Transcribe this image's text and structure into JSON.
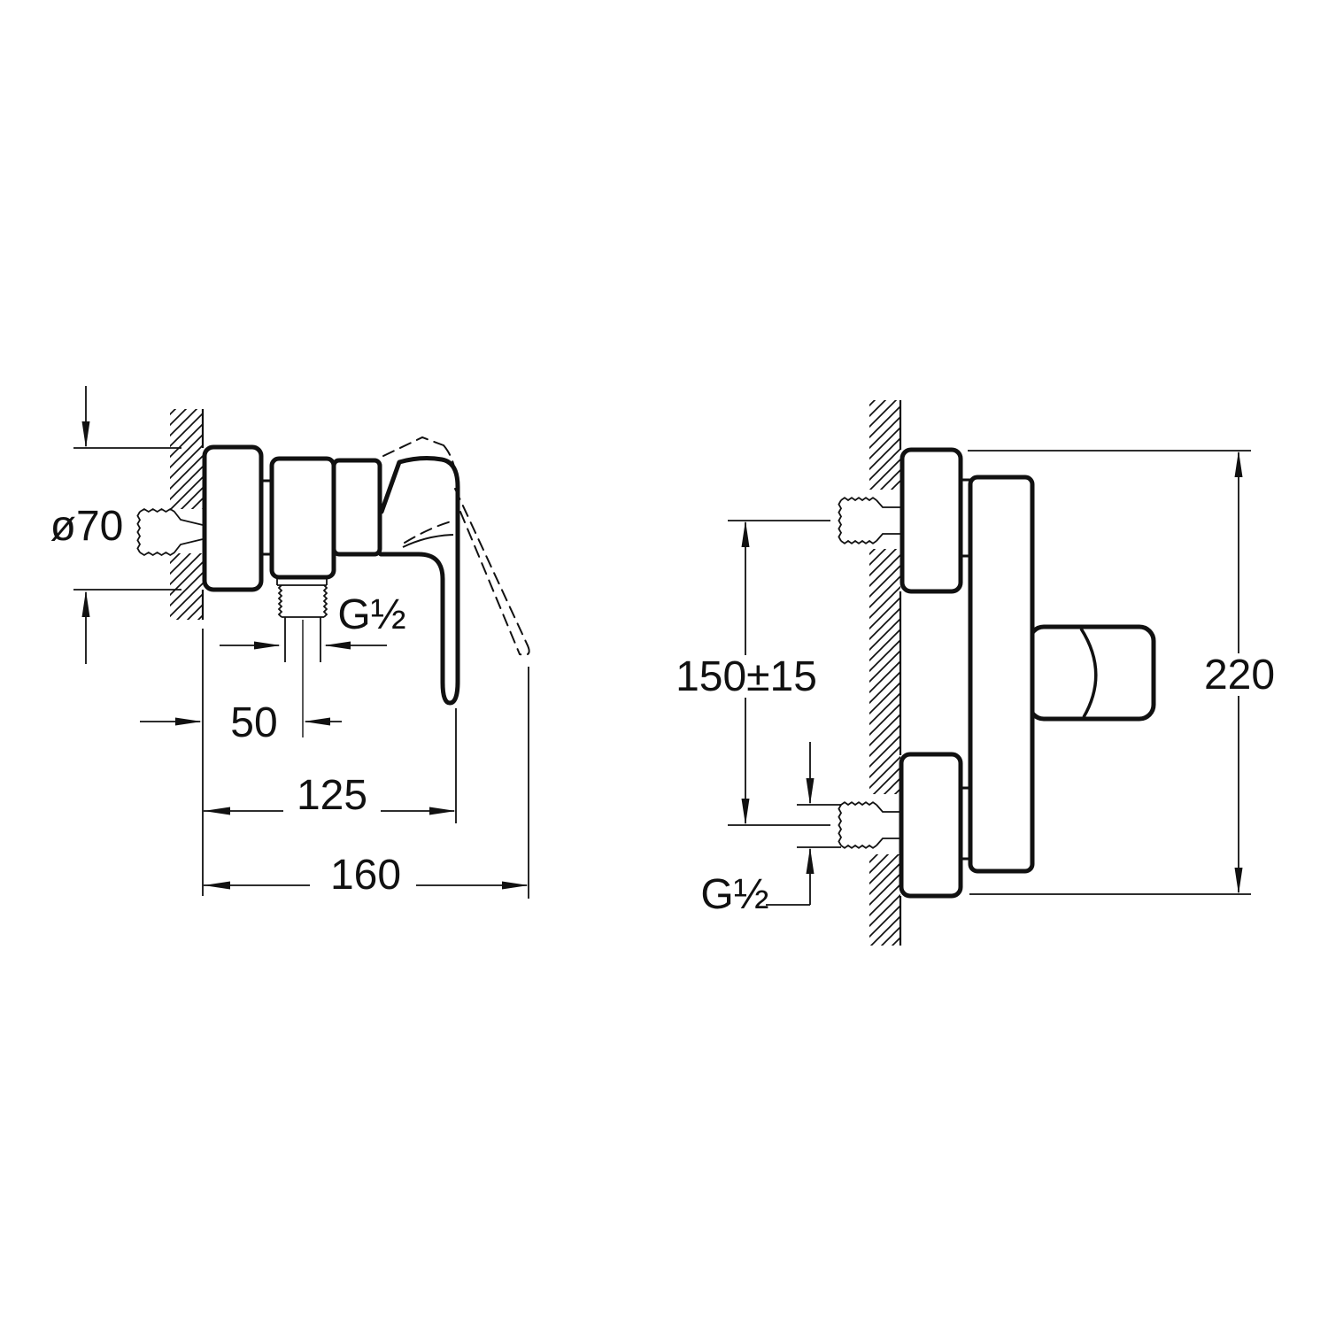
{
  "colors": {
    "background": "#ffffff",
    "line": "#111111"
  },
  "side_view": {
    "dim_diameter": "ø70",
    "dim_outlet_thread": "G½",
    "dim_wall_to_outlet": "50",
    "dim_wall_to_handle": "125",
    "dim_wall_to_handle_raised": "160"
  },
  "front_view": {
    "dim_inlet_spacing": "150±15",
    "dim_inlet_thread": "G½",
    "dim_overall_height": "220"
  }
}
